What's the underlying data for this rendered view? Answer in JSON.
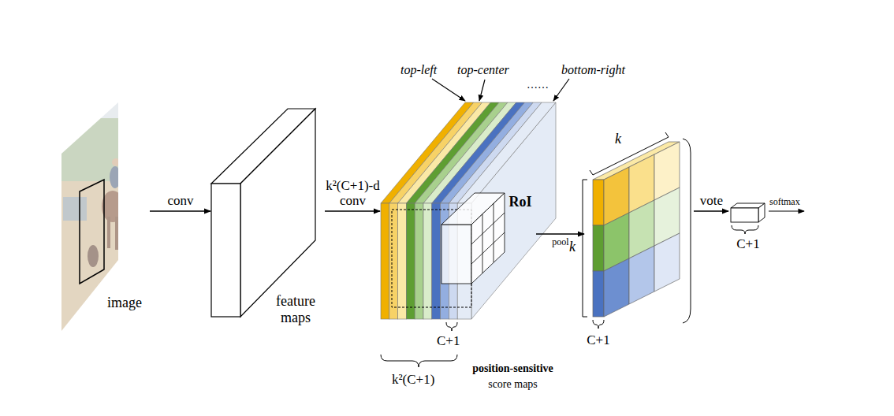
{
  "diagram": {
    "nodes": [
      {
        "text": [
          "image"
        ]
      },
      {
        "text": [
          "feature maps"
        ]
      },
      {
        "text": [
          "position-sensitive",
          "score maps"
        ]
      },
      {
        "text": [
          "RoI"
        ],
        "in": 2
      },
      {
        "text": [
          "C+1"
        ]
      },
      {
        "text": [
          "C+1"
        ]
      }
    ],
    "edges": [
      {
        "from": 0,
        "to": 1,
        "arrow": "to",
        "label": "conv"
      },
      {
        "from": 1,
        "to": 2,
        "arrow": "to",
        "label": "k²(C+1)-d conv"
      },
      {
        "from": 3,
        "to": 4,
        "arrow": "to",
        "label": "pool"
      },
      {
        "from": 4,
        "to": 5,
        "arrow": "to",
        "label": "vote"
      }
    ],
    "labels": [
      "top-left",
      "top-center",
      "……",
      "bottom-right",
      "C+1",
      "k²(C+1)",
      "k",
      "k",
      "softmax"
    ]
  }
}
